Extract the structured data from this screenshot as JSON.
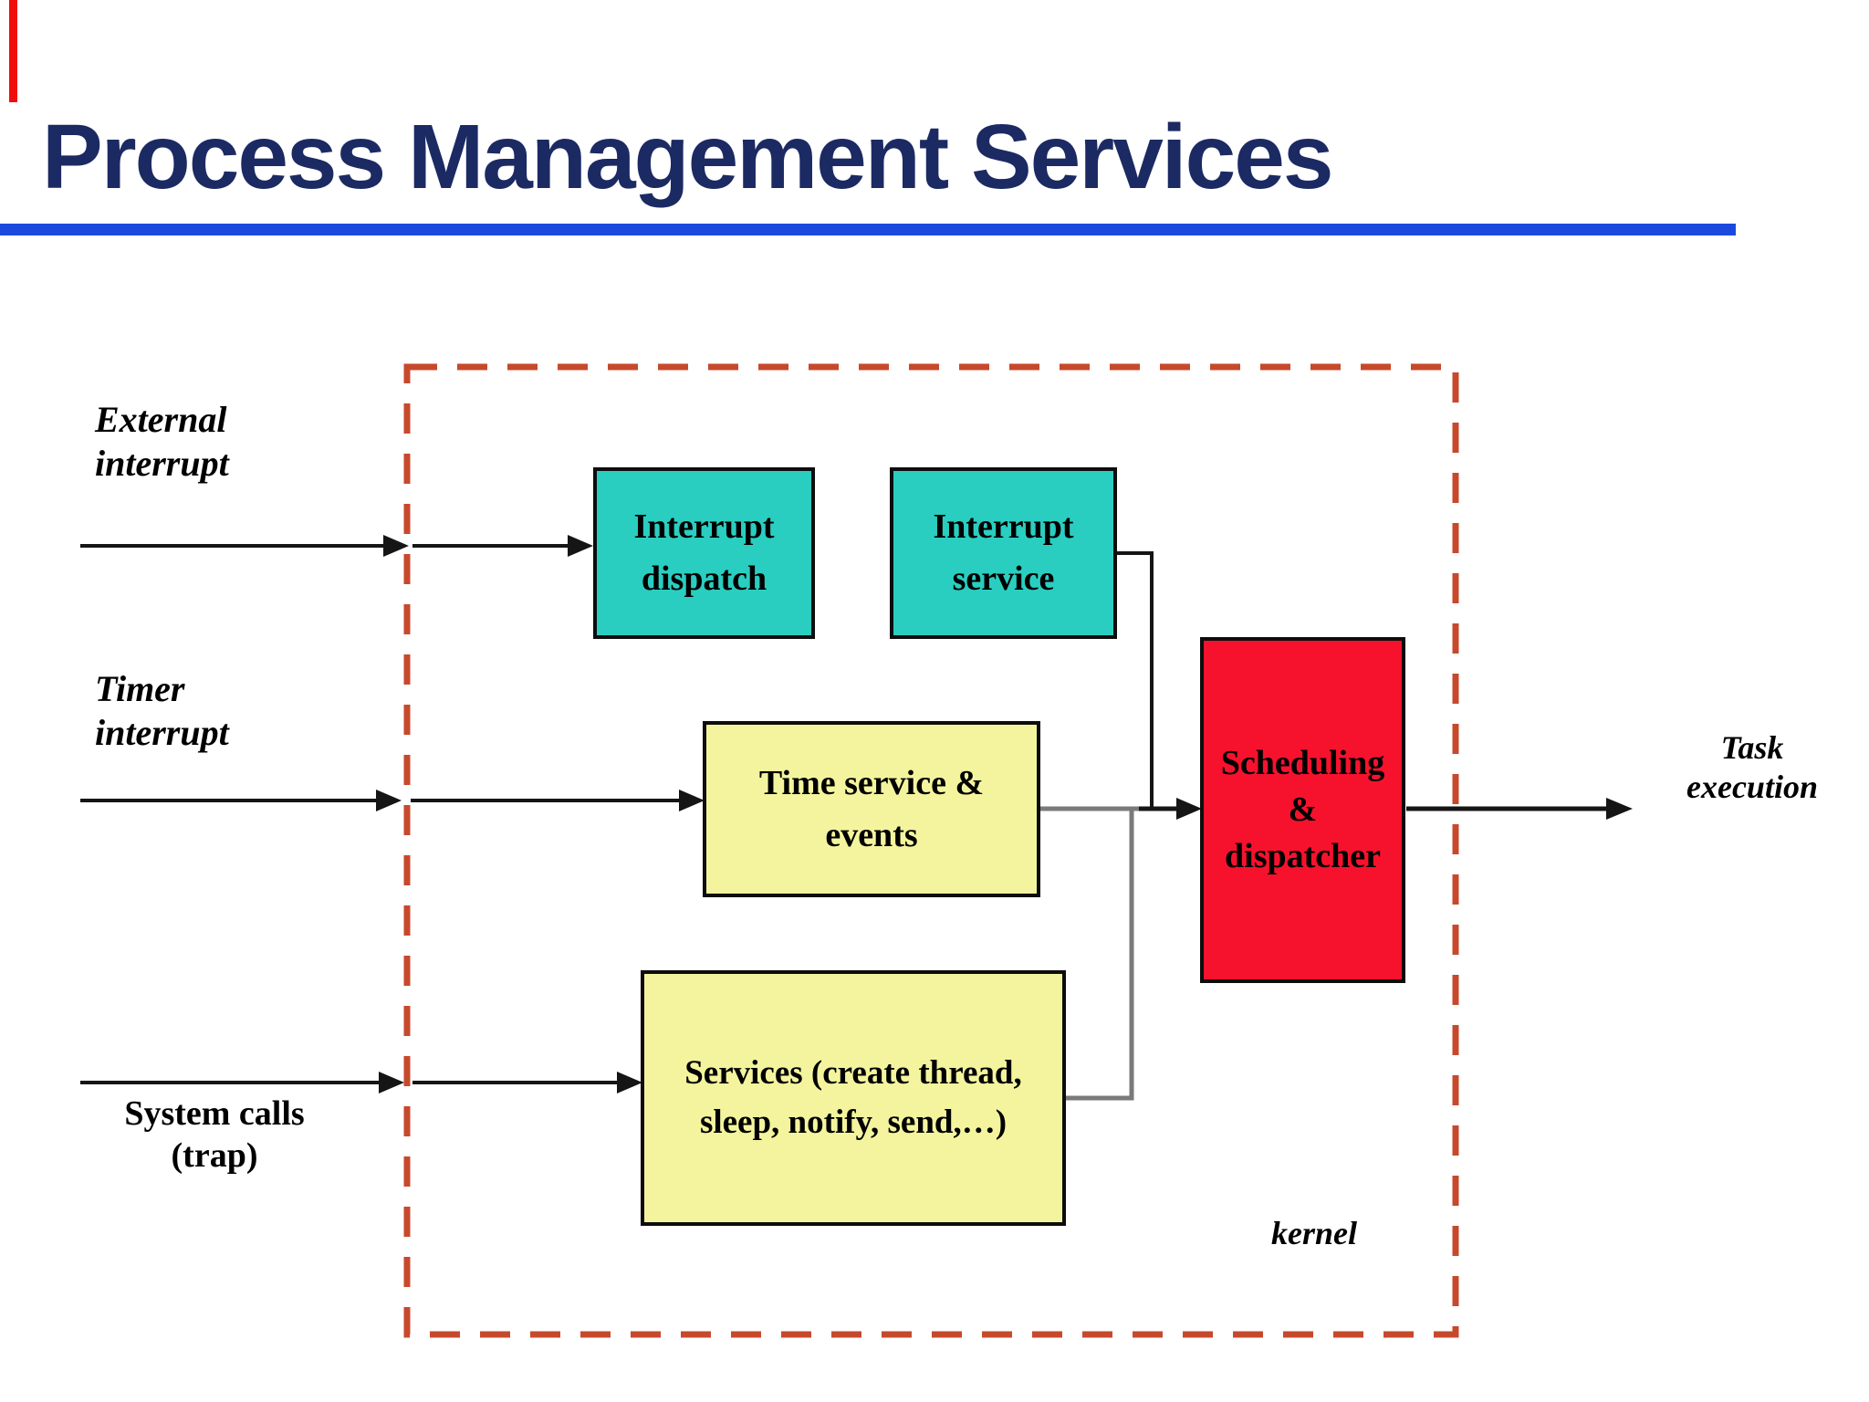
{
  "title": "Process Management Services",
  "colors": {
    "title": "#1c2a63",
    "rule": "#1c49dd",
    "accent_tick": "#f20d0d",
    "kernel_border": "#c7492c",
    "teal": "#29cec0",
    "yellow": "#f4f49e",
    "red": "#f6122d",
    "line": "#151515",
    "line_gray": "#7a7a7a"
  },
  "inputs": [
    {
      "label": "External\ninterrupt"
    },
    {
      "label": "Timer\ninterrupt"
    },
    {
      "label": "System calls\n(trap)"
    }
  ],
  "boxes": {
    "interrupt_dispatch": "Interrupt\ndispatch",
    "interrupt_service": "Interrupt\nservice",
    "time_service": "Time service &\nevents",
    "services": "Services (create thread,\nsleep, notify, send,…)",
    "scheduling": "Scheduling\n&\ndispatcher"
  },
  "output_label": "Task\nexecution",
  "kernel_label": "kernel"
}
